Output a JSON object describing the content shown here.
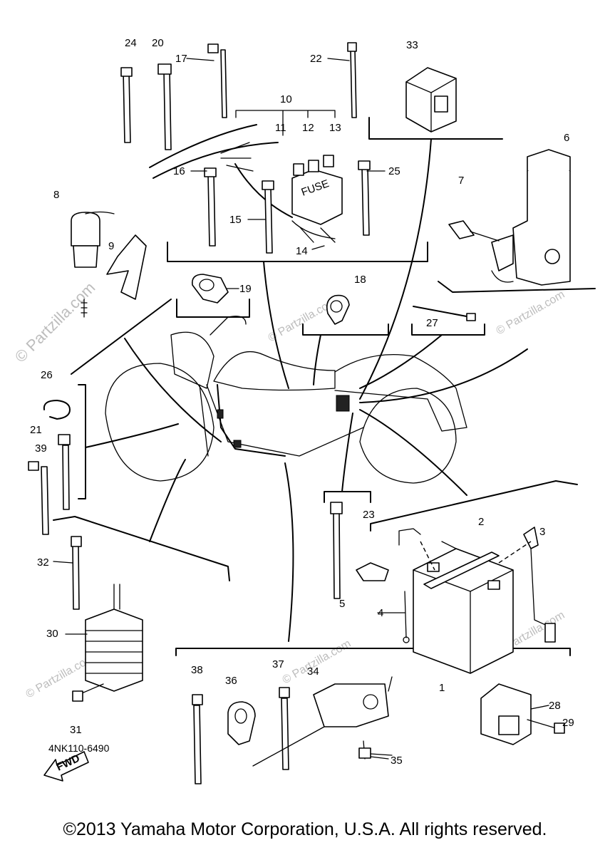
{
  "diagram": {
    "drawing_code": "4NK110-6490",
    "copyright": "©2013 Yamaha Motor Corporation, U.S.A. All rights reserved.",
    "fuse_text": "FUSE",
    "fwd_text": "FWD",
    "watermark": "© Partzilla.com",
    "callouts": [
      "1",
      "2",
      "3",
      "4",
      "5",
      "6",
      "7",
      "8",
      "9",
      "10",
      "11",
      "12",
      "13",
      "14",
      "15",
      "16",
      "17",
      "18",
      "19",
      "20",
      "21",
      "22",
      "23",
      "24",
      "25",
      "26",
      "27",
      "28",
      "29",
      "30",
      "31",
      "32",
      "33",
      "34",
      "35",
      "36",
      "37",
      "38",
      "39"
    ]
  }
}
